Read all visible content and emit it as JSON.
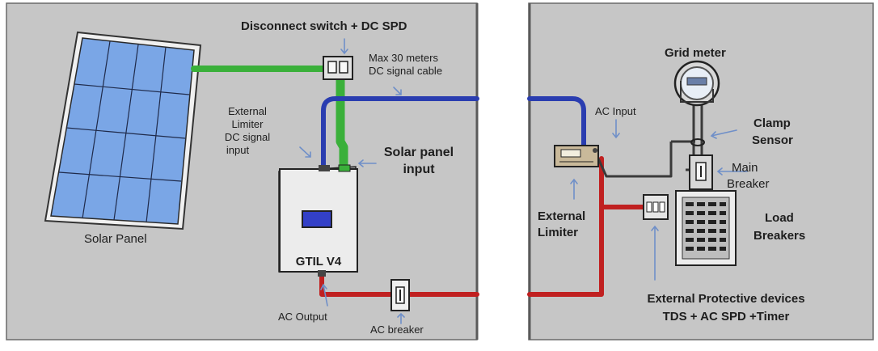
{
  "labels": {
    "disconnect_switch": "Disconnect switch + DC SPD",
    "max_cable_line1": "Max 30 meters",
    "max_cable_line2": "DC signal cable",
    "ext_limiter_dc_line1": "External",
    "ext_limiter_dc_line2": "Limiter",
    "ext_limiter_dc_line3": "DC signal",
    "ext_limiter_dc_line4": "input",
    "solar_input_line1": "Solar panel",
    "solar_input_line2": "input",
    "solar_panel": "Solar Panel",
    "inverter": "GTIL V4",
    "ac_output": "AC Output",
    "ac_breaker": "AC breaker",
    "grid_meter": "Grid meter",
    "ac_input": "AC Input",
    "clamp_line1": "Clamp",
    "clamp_line2": "Sensor",
    "main_breaker_line1": "Main",
    "main_breaker_line2": "Breaker",
    "external_limiter_line1": "External",
    "external_limiter_line2": "Limiter",
    "load_breakers_line1": "Load",
    "load_breakers_line2": "Breakers",
    "protective_line1": "External Protective devices",
    "protective_line2": "TDS + AC SPD +Timer"
  },
  "colors": {
    "wall": "#c6c6c6",
    "dc_cable": "#3ab03a",
    "signal_cable": "#2a3db0",
    "ac_cable": "#c02020",
    "device_gray": "#d8d8d8",
    "panel_blue": "#7aa6e6",
    "screen_blue": "#3340c8",
    "limiter_tan": "#c9b99a"
  }
}
